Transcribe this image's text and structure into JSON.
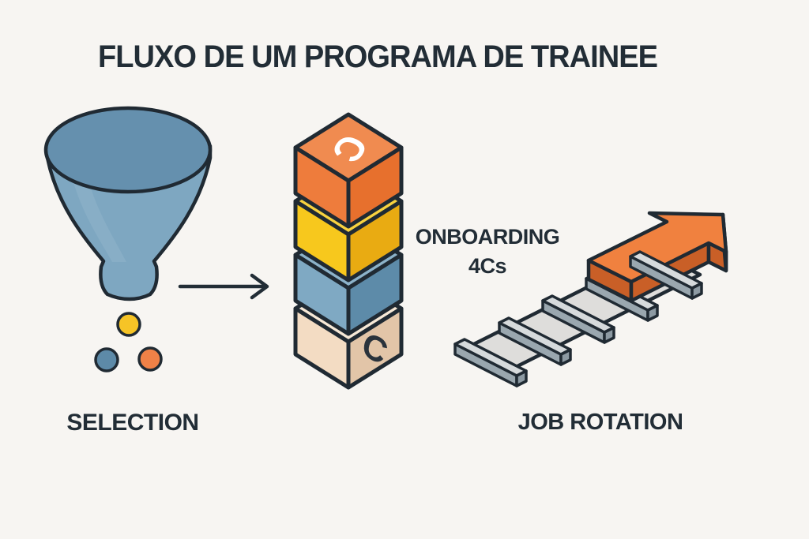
{
  "title": "FLUXO DE UM PROGRAMA DE TRAINEE",
  "stages": {
    "selection": {
      "label": "SELECTION"
    },
    "onboarding": {
      "label": "ONBOARDING",
      "sublabel": "4Cs",
      "block_top_letter": "C",
      "block_front_letter": "C"
    },
    "job_rotation": {
      "label": "JOB ROTATION"
    }
  },
  "colors": {
    "background": "#f7f5f2",
    "text": "#222d36",
    "outline": "#202a33",
    "funnel_rim": "#6590ae",
    "funnel_body": "#7ea7c1",
    "funnel_highlight": "#8fb4cb",
    "dot_yellow": "#f6c426",
    "dot_blue": "#5d8aa8",
    "dot_orange": "#ef8147",
    "cube_orange_top": "#f08b50",
    "cube_orange_left": "#ee7c3c",
    "cube_orange_right": "#e7702d",
    "cube_yellow_top": "#f8d23f",
    "cube_yellow_left": "#f7c81d",
    "cube_yellow_right": "#e9ab12",
    "cube_blue_top": "#8cb2c9",
    "cube_blue_left": "#7fa9c3",
    "cube_blue_right": "#5d8ba9",
    "cube_beige_top": "#f6e8d6",
    "cube_beige_left": "#f3dcc3",
    "cube_beige_right": "#e2c5a8",
    "letter_white": "#ffffff",
    "letter_dark": "#2a333c",
    "track_bed": "#dedddb",
    "tie_top": "#d6dadc",
    "tie_front": "#9aa7af",
    "tie_end": "#8d9aa3",
    "arrow_face": "#f0813f",
    "arrow_side": "#c95f27"
  }
}
